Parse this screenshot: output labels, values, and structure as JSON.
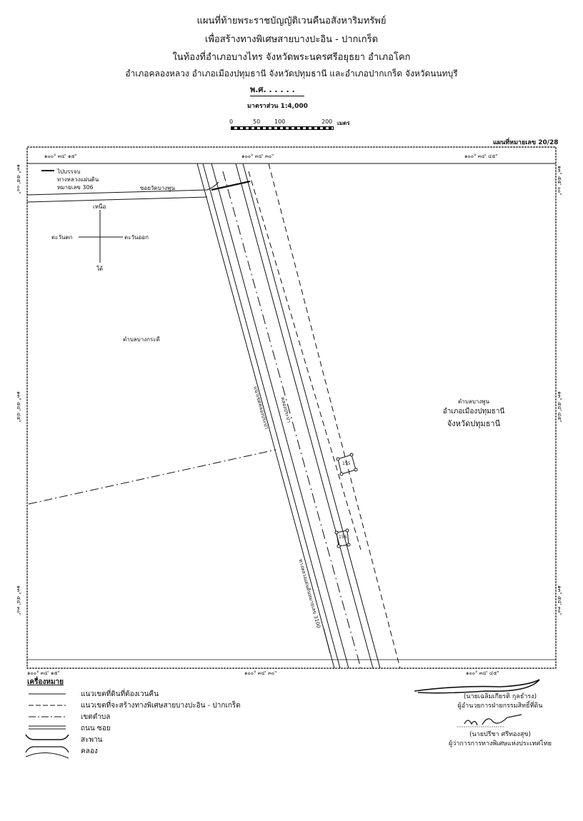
{
  "header": {
    "title_lines": [
      "แผนที่ท้ายพระราชบัญญัติเวนคืนอสังหาริมทรัพย์",
      "เพื่อสร้างทางพิเศษสายบางปะอิน - ปากเกร็ด",
      "ในท้องที่อำเภอบางไทร จังหวัดพระนครศรีอยุธยา อำเภอโคก",
      "อำเภอคลองหลวง  อำเภอเมืองปทุมธานี  จังหวัดปทุมธานี  และอำเภอปากเกร็ด  จังหวัดนนทบุรี"
    ],
    "year": "พ.ศ. . . . . .",
    "scale": "มาตราส่วน 1:4,000",
    "scale_bar": {
      "ticks": [
        "0",
        "50",
        "100",
        "200"
      ],
      "unit": "เมตร"
    },
    "sheet_number": "แผนที่หมายเลข 20/28"
  },
  "map": {
    "grid_top": [
      "๑๐๐° ๓๔' ๑๕\"",
      "๑๐๐° ๓๔' ๓๐\"",
      "๑๐๐° ๓๔' ๔๕\""
    ],
    "grid_bottom": [
      "๑๐๐° ๓๔' ๑๕\"",
      "๑๐๐° ๓๔' ๓๐\"",
      "๑๐๐° ๓๔' ๔๕\""
    ],
    "grid_left": [
      "๑๓° ๕๕' ๐๐\"",
      "๑๓° ๕๔' ๔๕\"",
      "๑๓° ๕๔' ๓๐\""
    ],
    "grid_right": [
      "๑๓° ๕๕' ๐๐\"",
      "๑๓° ๕๔' ๔๕\"",
      "๑๓° ๕๔' ๓๐\""
    ],
    "direction_note": [
      "ไปบรรจบ",
      "ทางหลวงแผ่นดิน",
      "หมายเลข  306"
    ],
    "soi_label": "ซอยวัดบางพูน",
    "compass": {
      "north": "เหนือ",
      "south": "ใต้",
      "east": "ตะวันออก",
      "west": "ตะวันตก"
    },
    "tambon_west": "ตำบลบางกระดี",
    "tambon_east": [
      "ตำบลบางพูน",
      "อำเภอเมืองปทุมธานี",
      "จังหวัดปทุมธานี"
    ],
    "canal_boundary_label": "แนวเขตคลองประปา",
    "canal_label": "คลองประปา",
    "highway_label": "ทางหลวงแผ่นดินหมายเลข  3100",
    "parcels": [
      "155",
      "156"
    ]
  },
  "legend": {
    "title": "เครื่องหมาย",
    "items": [
      {
        "symbol": "solid-thin",
        "label": "แนวเขตที่ดินที่ต้องเวนคืน"
      },
      {
        "symbol": "dashed",
        "label": "แนวเขตที่จะสร้างทางพิเศษสายบางปะอิน - ปากเกร็ด"
      },
      {
        "symbol": "dash-dot",
        "label": "เขตตำบล"
      },
      {
        "symbol": "double-line",
        "label": "ถนน  ซอย"
      },
      {
        "symbol": "bridge",
        "label": "สะพาน"
      },
      {
        "symbol": "canal",
        "label": "คลอง"
      }
    ]
  },
  "signatures": [
    {
      "name": "(นายเฉลิมเกียรติ  กุลธำรง)",
      "position": "ผู้อำนวยการฝ่ายกรรมสิทธิ์ที่ดิน"
    },
    {
      "name": "(นายปรีชา  ศรีทองสุข)",
      "position": "ผู้ว่าการการทางพิเศษแห่งประเทศไทย"
    }
  ]
}
